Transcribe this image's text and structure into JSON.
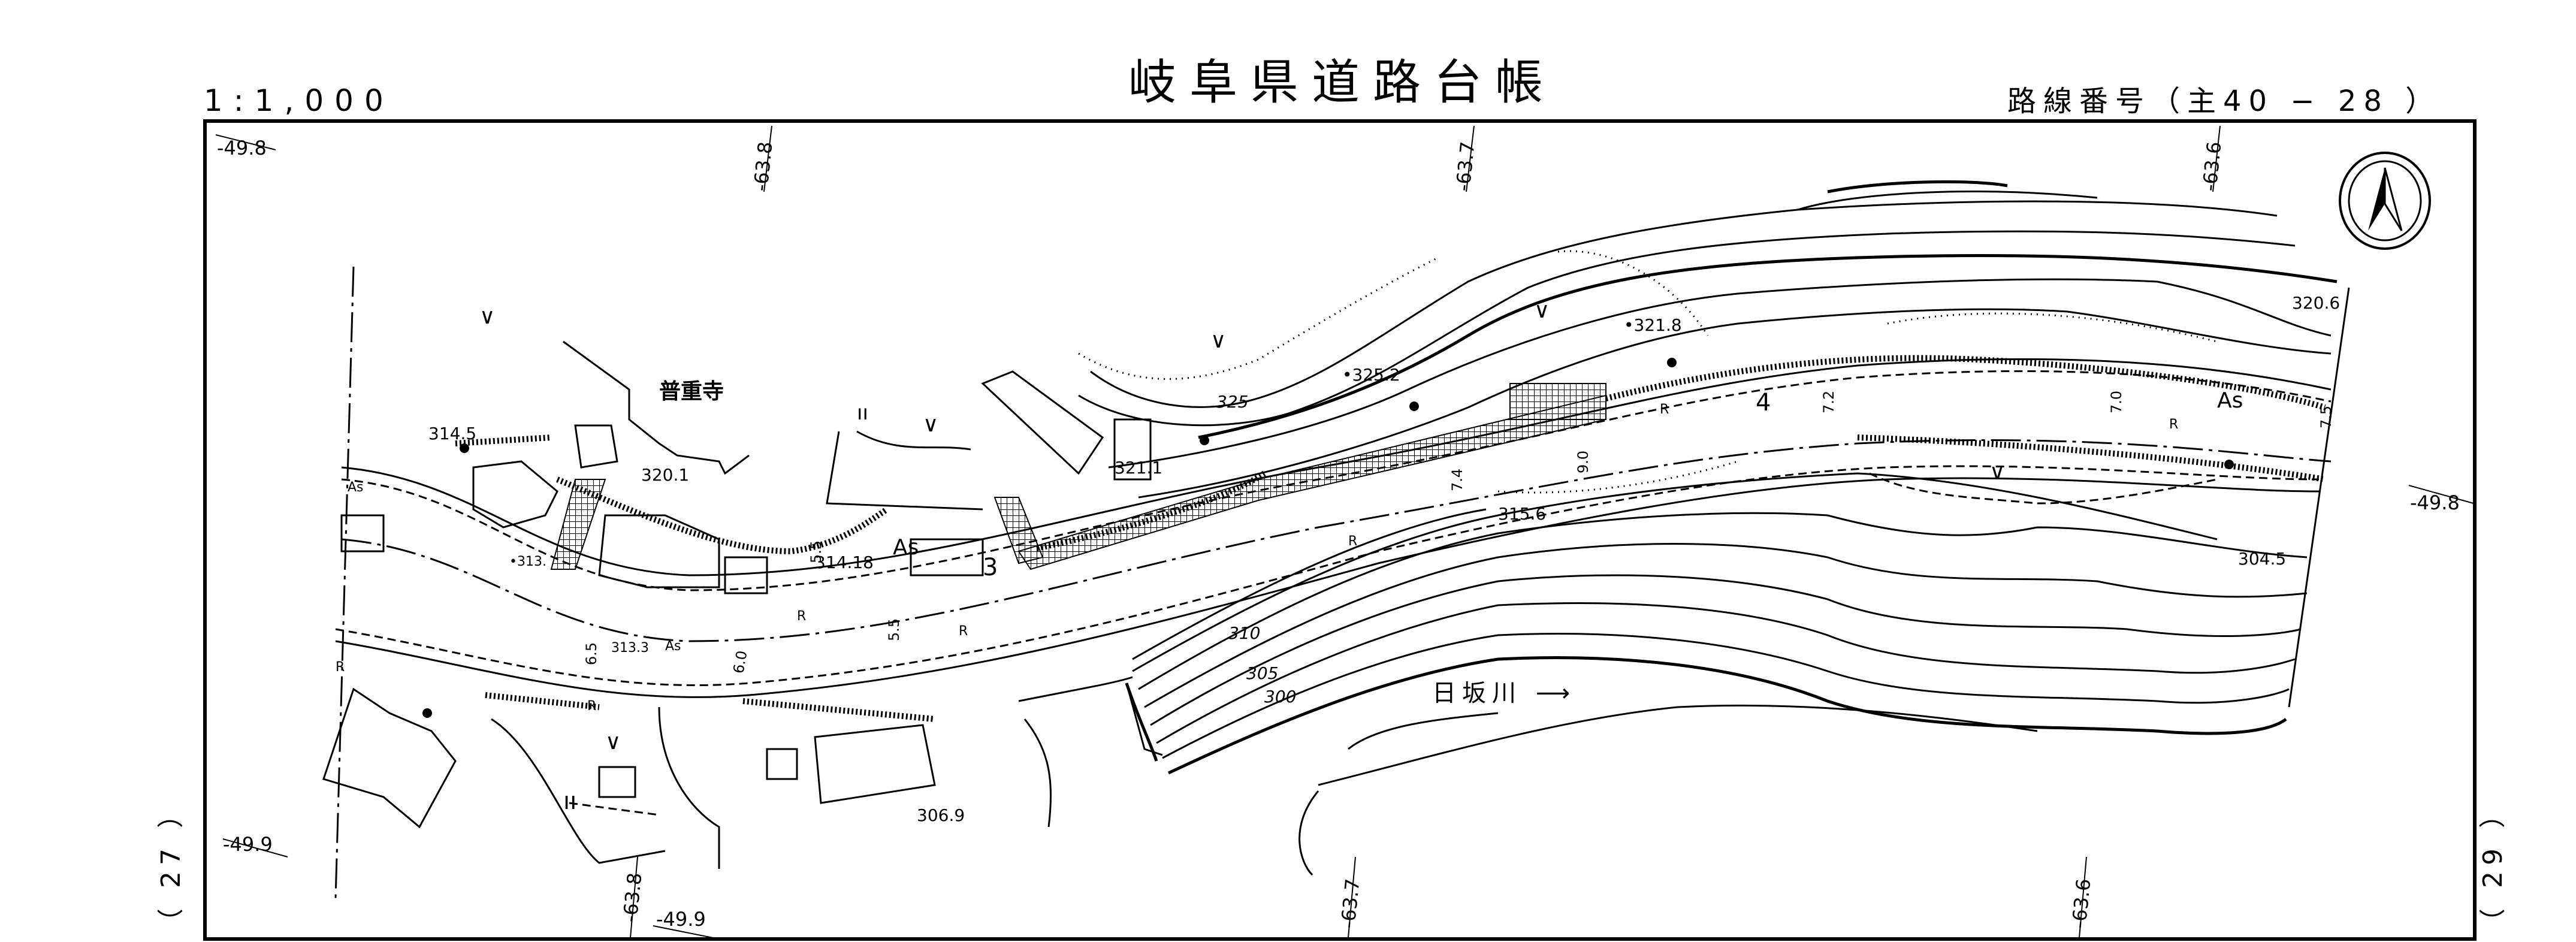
{
  "header": {
    "title": "岐阜県道路台帳",
    "scale": "1:1,000",
    "route_number": "路線番号（主40 − 28 ）"
  },
  "adjacent_sheets": {
    "previous": "（ 27 ）",
    "next": "（ 29 ）"
  },
  "grid_labels": {
    "top_left_y": "-49.8",
    "top_x1": "-63.8",
    "top_x2": "-63.7",
    "top_x3": "-63.6",
    "right_y": "-49.8",
    "left_y": "-49.9",
    "bottom_x1": "-63.8",
    "bottom_y": "-49.9",
    "bottom_x2": "-63.7",
    "bottom_x3": "-63.6"
  },
  "map_labels": {
    "temple": "普重寺",
    "river": "日坂川 ⟶",
    "elev_314_5": "314.5",
    "elev_320_1": "320.1",
    "elev_325_2": "•325.2",
    "contour_325": "325",
    "elev_321_1": "321.1",
    "elev_321_8": "•321.8",
    "elev_320_6": "320.6",
    "elev_315_6": "315.6",
    "elev_314_18": "314.18",
    "elev_313_3": "313.3",
    "elev_313": "•313.",
    "contour_310": "310",
    "contour_305": "305",
    "contour_300": "300",
    "elev_306_9": "306.9",
    "elev_304_5": "304.5",
    "pavement": "As",
    "retaining": "R",
    "station_3": "3",
    "station_4": "4",
    "width_5_5a": "5.5",
    "width_5_5b": "5.5",
    "width_6_5": "6.5",
    "width_6_0": "6.0",
    "width_7_4": "7.4",
    "width_9_0": "9.0",
    "width_7_2": "7.2",
    "width_7_0": "7.0",
    "width_7_5": "7.5",
    "field": "∨",
    "paddy": "ıı"
  },
  "north_arrow": {
    "icon": "north-arrow-icon"
  }
}
